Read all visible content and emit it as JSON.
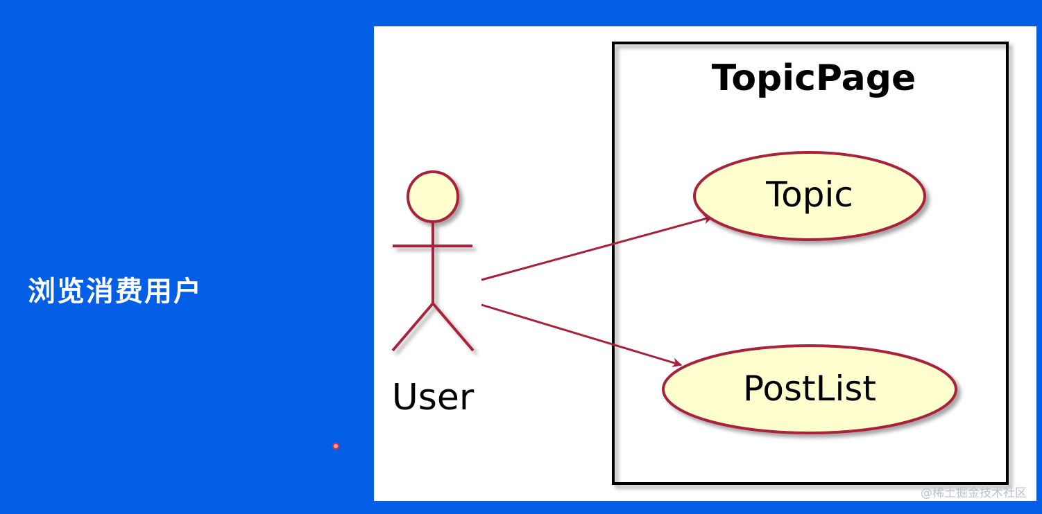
{
  "slide": {
    "title": "浏览消费用户"
  },
  "diagram": {
    "system_boundary_label": "TopicPage",
    "actor_label": "User",
    "use_cases": [
      {
        "label": "Topic"
      },
      {
        "label": "PostList"
      }
    ],
    "colors": {
      "background": "#055fe6",
      "panel": "#ffffff",
      "line": "#a8203a",
      "fill": "#fefecf",
      "boundary": "#000000"
    }
  },
  "watermark": "@稀土掘金技术社区"
}
